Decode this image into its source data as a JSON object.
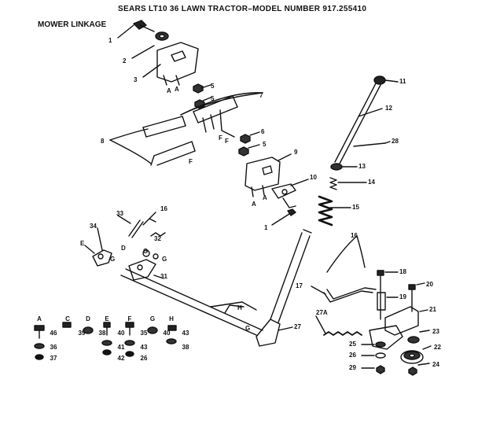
{
  "header": {
    "title": "SEARS LT10 36 LAWN TRACTOR–MODEL NUMBER 917.255410",
    "subtitle": "MOWER LINKAGE"
  },
  "callouts": [
    {
      "id": "c1a",
      "text": "1"
    },
    {
      "id": "c2",
      "text": "2"
    },
    {
      "id": "c3",
      "text": "3"
    },
    {
      "id": "cA1",
      "text": "A"
    },
    {
      "id": "cA2",
      "text": "A"
    },
    {
      "id": "c5a",
      "text": "5"
    },
    {
      "id": "c5b",
      "text": "5"
    },
    {
      "id": "c7",
      "text": "7"
    },
    {
      "id": "c8",
      "text": "8"
    },
    {
      "id": "cF1",
      "text": "F"
    },
    {
      "id": "cF2",
      "text": "F"
    },
    {
      "id": "cF3",
      "text": "F"
    },
    {
      "id": "c6",
      "text": "6"
    },
    {
      "id": "c5c",
      "text": "5"
    },
    {
      "id": "c9",
      "text": "9"
    },
    {
      "id": "cA3",
      "text": "A"
    },
    {
      "id": "cA4",
      "text": "A"
    },
    {
      "id": "c10",
      "text": "10"
    },
    {
      "id": "c1b",
      "text": "1"
    },
    {
      "id": "c11",
      "text": "11"
    },
    {
      "id": "c12",
      "text": "12"
    },
    {
      "id": "c28",
      "text": "28"
    },
    {
      "id": "c13",
      "text": "13"
    },
    {
      "id": "c14",
      "text": "14"
    },
    {
      "id": "c15",
      "text": "15"
    },
    {
      "id": "c33",
      "text": "33"
    },
    {
      "id": "c16a",
      "text": "16"
    },
    {
      "id": "c34",
      "text": "34"
    },
    {
      "id": "c32",
      "text": "32"
    },
    {
      "id": "cE",
      "text": "E"
    },
    {
      "id": "cD",
      "text": "D"
    },
    {
      "id": "cG1",
      "text": "G"
    },
    {
      "id": "cG2",
      "text": "G"
    },
    {
      "id": "cG3",
      "text": "G"
    },
    {
      "id": "c31",
      "text": "31"
    },
    {
      "id": "cH",
      "text": "H"
    },
    {
      "id": "cG4",
      "text": "G"
    },
    {
      "id": "c27",
      "text": "27"
    },
    {
      "id": "c16b",
      "text": "16"
    },
    {
      "id": "c17",
      "text": "17"
    },
    {
      "id": "c18",
      "text": "18"
    },
    {
      "id": "c19",
      "text": "19"
    },
    {
      "id": "c20",
      "text": "20"
    },
    {
      "id": "c21",
      "text": "21"
    },
    {
      "id": "c27A",
      "text": "27A"
    },
    {
      "id": "c23",
      "text": "23"
    },
    {
      "id": "c25",
      "text": "25"
    },
    {
      "id": "c22",
      "text": "22"
    },
    {
      "id": "c26",
      "text": "26"
    },
    {
      "id": "c24",
      "text": "24"
    },
    {
      "id": "c29",
      "text": "29"
    }
  ],
  "legend": [
    {
      "letter": "A",
      "top": "46",
      "mid": "36",
      "bot": "37"
    },
    {
      "letter": "C",
      "top": "39"
    },
    {
      "letter": "D",
      "top": "38"
    },
    {
      "letter": "E",
      "top": "40",
      "mid": "41",
      "bot": "42"
    },
    {
      "letter": "F",
      "top": "35",
      "mid": "43",
      "bot": "26"
    },
    {
      "letter": "G",
      "top": "40"
    },
    {
      "letter": "H",
      "top": "43",
      "mid": "38"
    }
  ]
}
